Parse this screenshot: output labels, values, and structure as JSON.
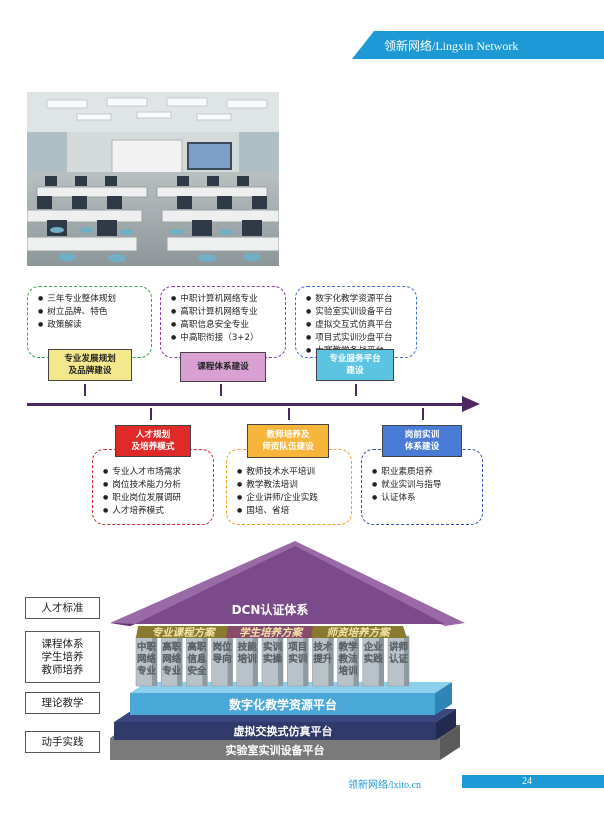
{
  "header": {
    "brand": "领新网络/Lingxin Network"
  },
  "timeline": {
    "top": [
      {
        "items": [
          "三年专业整体规划",
          "树立品牌、特色",
          "政策解读"
        ],
        "label_lines": [
          "专业发展规划",
          "及品牌建设"
        ],
        "border": "#3aa24a",
        "fill": "#f5e88c"
      },
      {
        "items": [
          "中职计算机网络专业",
          "高职计算机网络专业",
          "高职信息安全专业",
          "中高职衔接（3+2）"
        ],
        "label_lines": [
          "课程体系建设"
        ],
        "border": "#8a3aa6",
        "fill": "#d9a0d4"
      },
      {
        "items": [
          "数字化教学资源平台",
          "实验室实训设备平台",
          "虚拟交互式仿真平台",
          "项目式实训沙盘平台",
          "大赛教学备战平台"
        ],
        "label_lines": [
          "专业服务平台",
          "建设"
        ],
        "border": "#3a6fd0",
        "fill": "#5cc3e0"
      }
    ],
    "bottom": [
      {
        "items": [
          "专业人才市场需求",
          "岗位技术能力分析",
          "职业岗位发展调研",
          "人才培养模式"
        ],
        "label_lines": [
          "人才规划",
          "及培养模式"
        ],
        "border": "#d62b2b",
        "fill": "#e02a2a"
      },
      {
        "items": [
          "教师技术水平培训",
          "教学教法培训",
          "企业讲师/企业实践",
          "国培、省培"
        ],
        "label_lines": [
          "教师培养及",
          "师资队伍建设"
        ],
        "border": "#f0a020",
        "fill": "#f7b53a"
      },
      {
        "items": [
          "职业素质培养",
          "就业实训与指导",
          "认证体系"
        ],
        "label_lines": [
          "岗前实训",
          "体系建设"
        ],
        "border": "#3a50c0",
        "fill": "#4a7bd6"
      }
    ]
  },
  "pyramid": {
    "side_labels": [
      {
        "lines": [
          "人才标准"
        ]
      },
      {
        "lines": [
          "课程体系",
          "学生培养",
          "教师培养"
        ]
      },
      {
        "lines": [
          "理论教学"
        ]
      },
      {
        "lines": [
          "动手实践"
        ]
      }
    ],
    "roof_title": "DCN认证体系",
    "beams": [
      "专业课程方案",
      "学生培养方案",
      "师资培养方案"
    ],
    "pillars": [
      [
        "中职",
        "网络",
        "专业"
      ],
      [
        "高职",
        "网络",
        "专业"
      ],
      [
        "高职",
        "信息",
        "安全"
      ],
      [
        "岗位",
        "导向"
      ],
      [
        "技能",
        "培训"
      ],
      [
        "实训",
        "实操"
      ],
      [
        "项目",
        "实训"
      ],
      [
        "技术",
        "提升"
      ],
      [
        "教学",
        "教法",
        "培训"
      ],
      [
        "企业",
        "实践"
      ],
      [
        "讲师",
        "认证"
      ]
    ],
    "layers": [
      "数字化教学资源平台",
      "虚拟交换式仿真平台",
      "实验室实训设备平台"
    ]
  },
  "footer": {
    "site": "领新网络/lxito.cn",
    "page": "24"
  }
}
